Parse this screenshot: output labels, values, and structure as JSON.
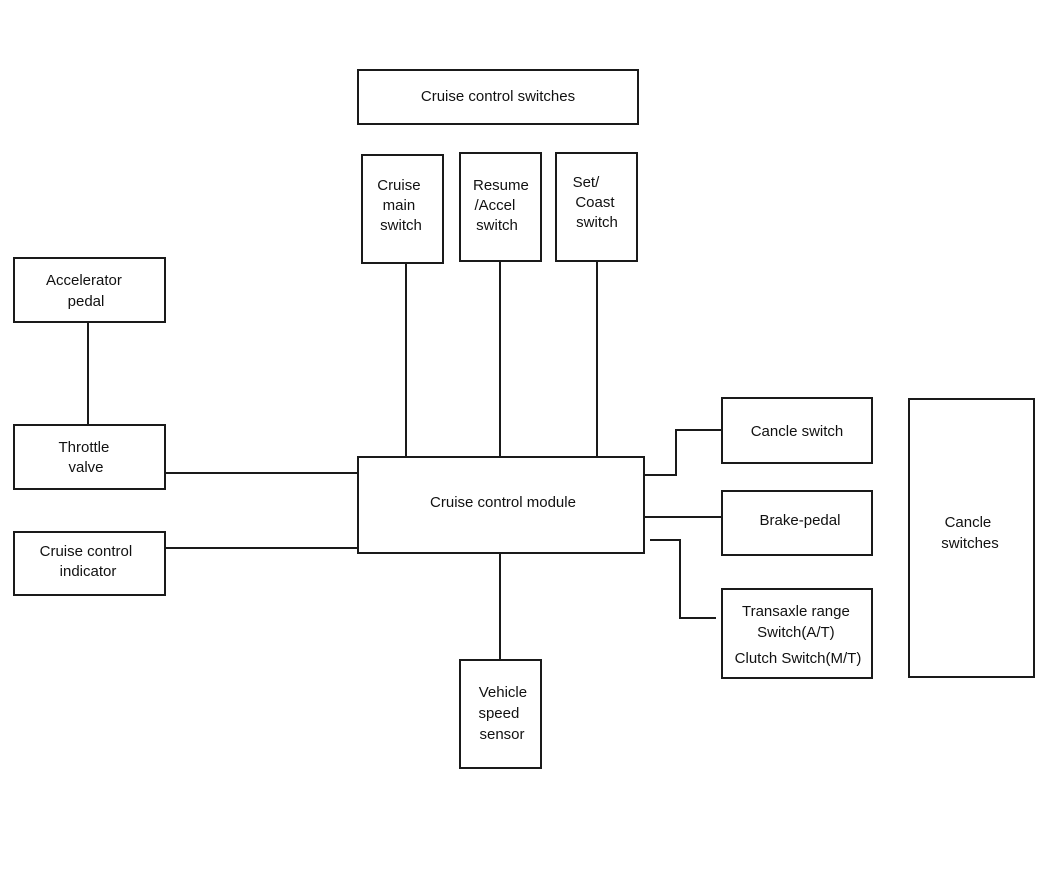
{
  "blocks": {
    "switches_header": {
      "lines": [
        "Cruise control switches"
      ]
    },
    "main_switch": {
      "lines": [
        "Cruise",
        "main",
        "switch"
      ]
    },
    "resume_switch": {
      "lines": [
        "Resume",
        "/Accel",
        "switch"
      ]
    },
    "set_switch": {
      "lines": [
        "Set/",
        "Coast",
        "switch"
      ]
    },
    "accelerator_pedal": {
      "lines": [
        "Accelerator",
        "pedal"
      ]
    },
    "throttle_valve": {
      "lines": [
        "Throttle",
        "valve"
      ]
    },
    "cruise_indicator": {
      "lines": [
        "Cruise control",
        "indicator"
      ]
    },
    "control_module": {
      "lines": [
        "Cruise control module"
      ]
    },
    "cancel_switch": {
      "lines": [
        "Cancle switch"
      ]
    },
    "brake_pedal": {
      "lines": [
        "Brake-pedal"
      ]
    },
    "transaxle_switch": {
      "lines": [
        "Transaxle range",
        "Switch(A/T)",
        "Clutch Switch(M/T)"
      ]
    },
    "cancel_switches_group": {
      "lines": [
        "Cancle",
        "switches"
      ]
    },
    "vehicle_speed_sensor": {
      "lines": [
        "Vehicle",
        "speed",
        "sensor"
      ]
    }
  },
  "connections": [
    {
      "from": "main_switch",
      "to": "control_module"
    },
    {
      "from": "resume_switch",
      "to": "control_module"
    },
    {
      "from": "set_switch",
      "to": "control_module"
    },
    {
      "from": "accelerator_pedal",
      "to": "throttle_valve"
    },
    {
      "from": "throttle_valve",
      "to": "control_module"
    },
    {
      "from": "cruise_indicator",
      "to": "control_module"
    },
    {
      "from": "control_module",
      "to": "cancel_switch"
    },
    {
      "from": "control_module",
      "to": "brake_pedal"
    },
    {
      "from": "control_module",
      "to": "transaxle_switch"
    },
    {
      "from": "control_module",
      "to": "vehicle_speed_sensor"
    }
  ]
}
